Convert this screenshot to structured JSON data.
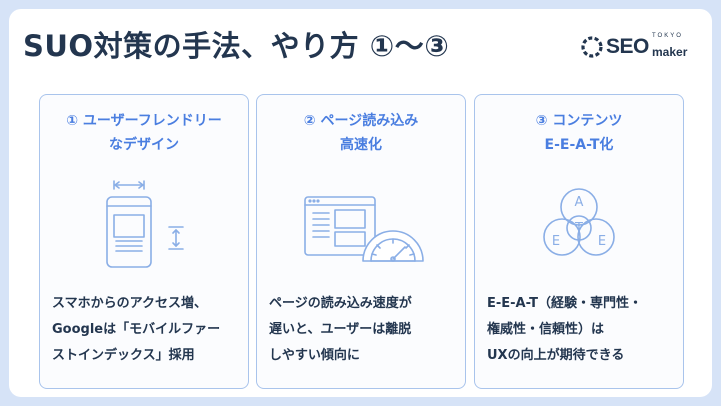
{
  "title": "SUO対策の手法、やり方 ①〜③",
  "logo": {
    "main": "SEO",
    "sub": "maker",
    "small": "TOKYO"
  },
  "colors": {
    "accent": "#4a7ee0",
    "navy": "#23364f",
    "card_border": "#a9c4ec",
    "background": "#d6e3f7"
  },
  "cards": [
    {
      "title_lines": [
        "① ユーザーフレンドリー",
        "なデザイン"
      ],
      "icon": "smartphone-width-icon",
      "desc_lines": [
        "スマホからのアクセス増、",
        "Googleは「モバイルファー",
        "ストインデックス」採用"
      ]
    },
    {
      "title_lines": [
        "② ページ読み込み",
        "高速化"
      ],
      "icon": "webpage-speedometer-icon",
      "desc_lines": [
        "ページの読み込み速度が",
        "遅いと、ユーザーは離脱",
        "しやすい傾向に"
      ]
    },
    {
      "title_lines": [
        "③ コンテンツ",
        "E-E-A-T化"
      ],
      "icon": "eeat-circles-icon",
      "icon_letters": [
        "A",
        "T",
        "E",
        "E"
      ],
      "desc_lines": [
        "E-E-A-T（経験・専門性・",
        "権威性・信頼性）は",
        "UXの向上が期待できる"
      ]
    }
  ]
}
